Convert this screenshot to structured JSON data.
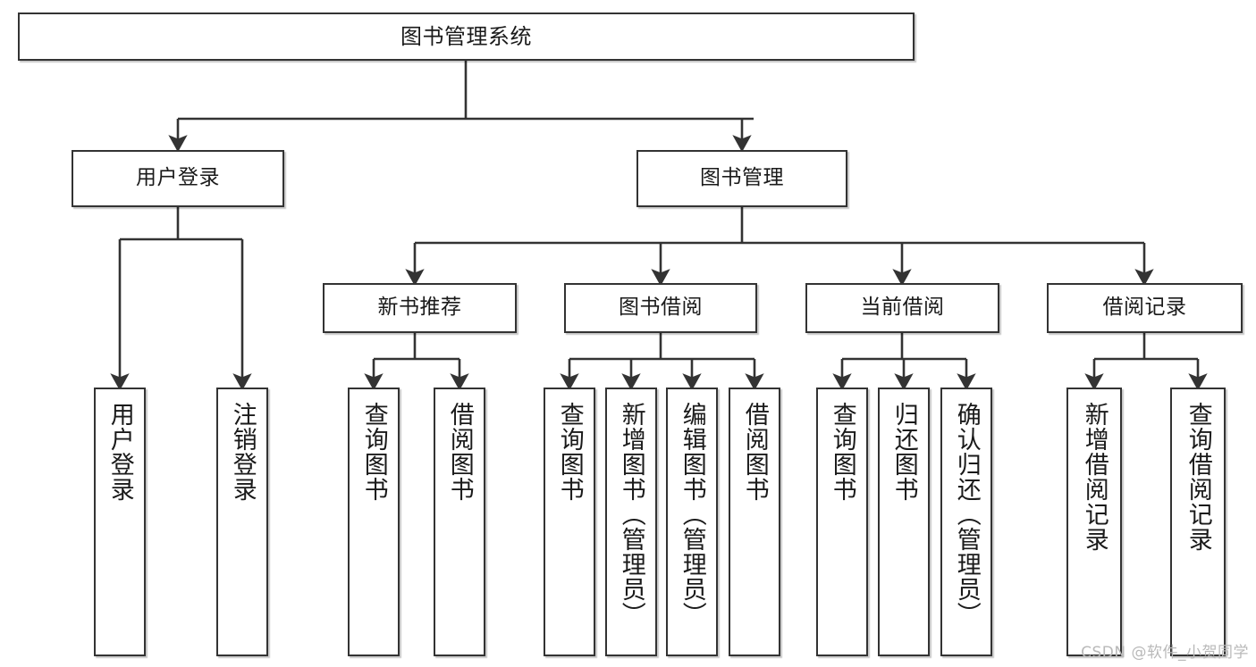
{
  "diagram": {
    "title": "图书管理系统",
    "type": "tree",
    "watermark": "CSDN @软件_小贺同学",
    "colors": {
      "box_border": "#333333",
      "box_fill": "#ffffff",
      "edge": "#333333",
      "text": "#1a1a1a",
      "watermark": "#b9b9b9"
    }
  },
  "nodes": {
    "root": {
      "label": "图书管理系统",
      "level": 0
    },
    "level1": [
      {
        "id": "user-login",
        "label": "用户登录"
      },
      {
        "id": "book-manage",
        "label": "图书管理"
      }
    ],
    "level2": [
      {
        "id": "new-book-recommend",
        "label": "新书推荐"
      },
      {
        "id": "book-borrow",
        "label": "图书借阅"
      },
      {
        "id": "current-borrow",
        "label": "当前借阅"
      },
      {
        "id": "borrow-record",
        "label": "借阅记录"
      }
    ],
    "leaves": {
      "user-login": [
        {
          "id": "leaf-user-login",
          "label": "用户登录"
        },
        {
          "id": "leaf-logout",
          "label": "注销登录"
        }
      ],
      "new-book-recommend": [
        {
          "id": "leaf-query-book-1",
          "label": "查询图书"
        },
        {
          "id": "leaf-borrow-book-1",
          "label": "借阅图书"
        }
      ],
      "book-borrow": [
        {
          "id": "leaf-query-book-2",
          "label": "查询图书"
        },
        {
          "id": "leaf-add-book",
          "label": "新增图书（管理员）"
        },
        {
          "id": "leaf-edit-book",
          "label": "编辑图书（管理员）"
        },
        {
          "id": "leaf-borrow-book-2",
          "label": "借阅图书"
        }
      ],
      "current-borrow": [
        {
          "id": "leaf-query-book-3",
          "label": "查询图书"
        },
        {
          "id": "leaf-return-book",
          "label": "归还图书"
        },
        {
          "id": "leaf-confirm-return",
          "label": "确认归还（管理员）"
        }
      ],
      "borrow-record": [
        {
          "id": "leaf-add-record",
          "label": "新增借阅记录"
        },
        {
          "id": "leaf-query-record",
          "label": "查询借阅记录"
        }
      ]
    }
  }
}
